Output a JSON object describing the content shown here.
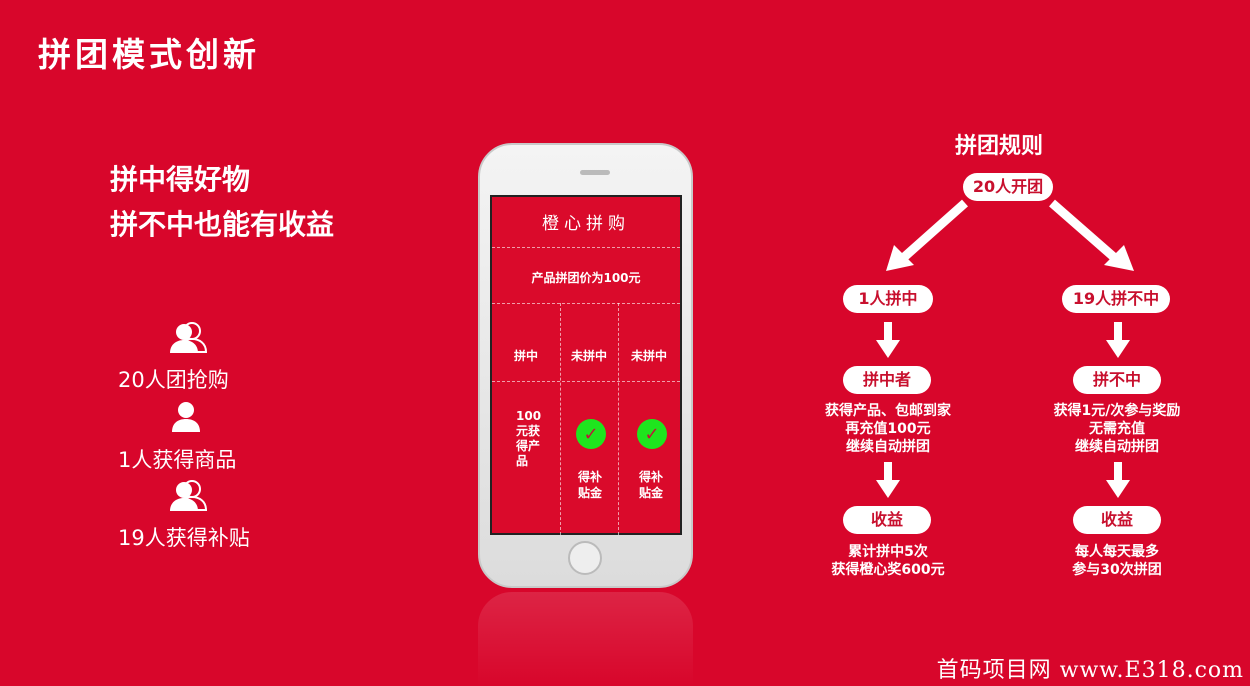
{
  "title": "拼团模式创新",
  "slogans": [
    "拼中得好物",
    "拼不中也能有收益"
  ],
  "stats": [
    {
      "icon": "group-users-icon",
      "label": "20人团抢购"
    },
    {
      "icon": "user-icon",
      "label": "1人获得商品"
    },
    {
      "icon": "group-users-icon",
      "label": "19人获得补贴"
    }
  ],
  "phone": {
    "app_title": "橙心拼购",
    "price_text": "产品拼团价为100元",
    "columns": [
      "拼中",
      "未拼中",
      "未拼中"
    ],
    "winner_result": "100元获得产品",
    "loser_result": "得补贴金"
  },
  "rules": {
    "title": "拼团规则",
    "start": "20人开团",
    "left": {
      "branch": "1人拼中",
      "role": "拼中者",
      "desc": [
        "获得产品、包邮到家",
        "再充值100元",
        "继续自动拼团"
      ],
      "gain_label": "收益",
      "gain": [
        "累计拼中5次",
        "获得橙心奖600元"
      ]
    },
    "right": {
      "branch": "19人拼不中",
      "role": "拼不中",
      "desc": [
        "获得1元/次参与奖励",
        "无需充值",
        "继续自动拼团"
      ],
      "gain_label": "收益",
      "gain": [
        "每人每天最多",
        "参与30次拼团"
      ]
    }
  },
  "watermark": "首码项目网 www.E318.com"
}
